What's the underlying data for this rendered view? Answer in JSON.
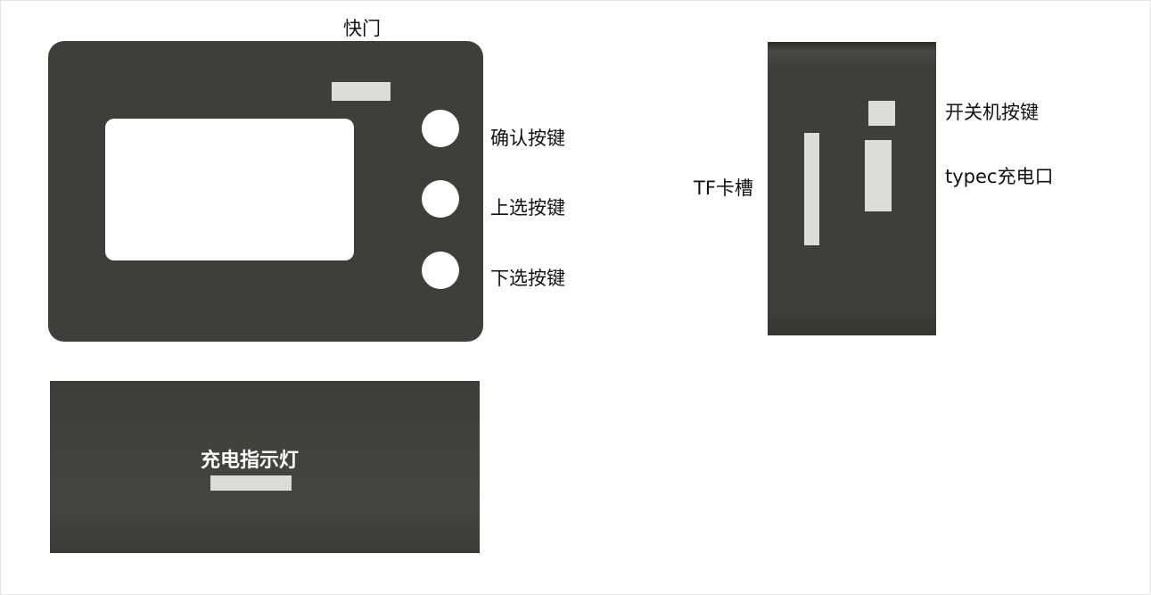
{
  "labels": {
    "shutter": "快门",
    "confirm_key": "确认按键",
    "up_key": "上选按键",
    "down_key": "下选按键",
    "charge_indicator": "充电指示灯",
    "power_key": "开关机按键",
    "typec_port": "typec充电口",
    "tf_slot": "TF卡槽"
  },
  "colors": {
    "panel": "#403e3a",
    "part": "#dddcd6",
    "screen": "#ffffff"
  }
}
